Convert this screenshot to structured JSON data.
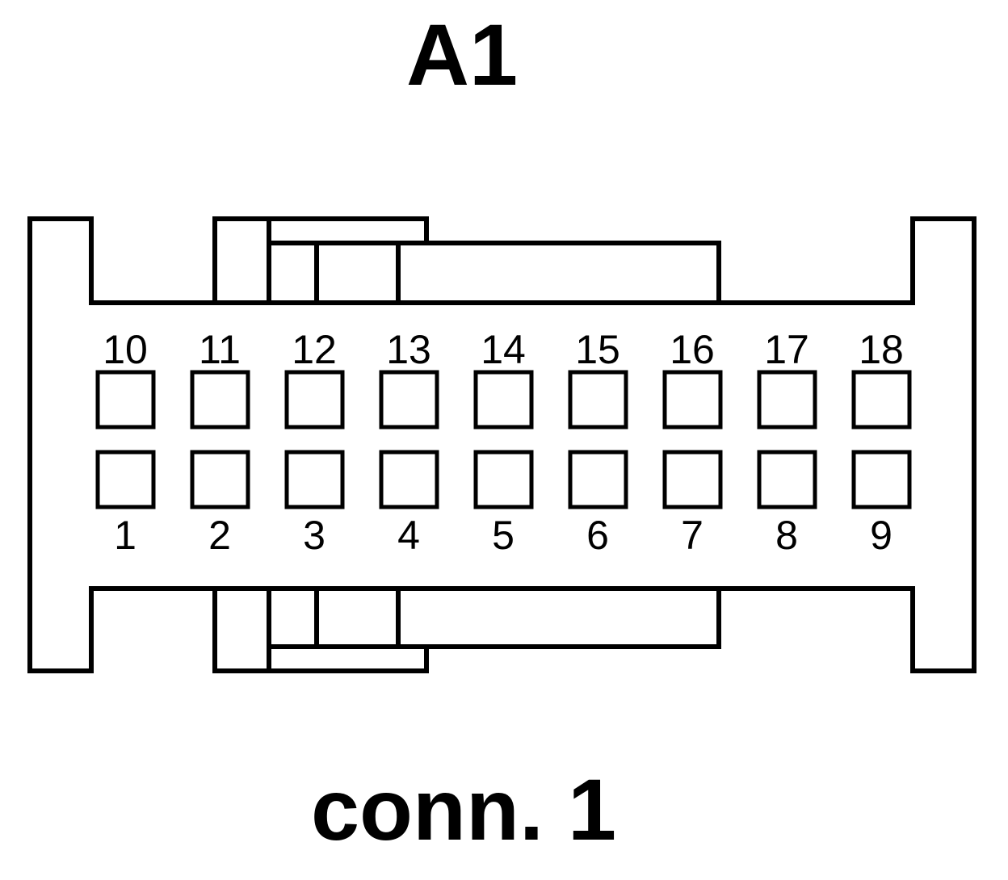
{
  "title": "A1",
  "subtitle": "conn. 1",
  "pins": {
    "top_row": [
      "10",
      "11",
      "12",
      "13",
      "14",
      "15",
      "16",
      "17",
      "18"
    ],
    "bottom_row": [
      "1",
      "2",
      "3",
      "4",
      "5",
      "6",
      "7",
      "8",
      "9"
    ]
  }
}
